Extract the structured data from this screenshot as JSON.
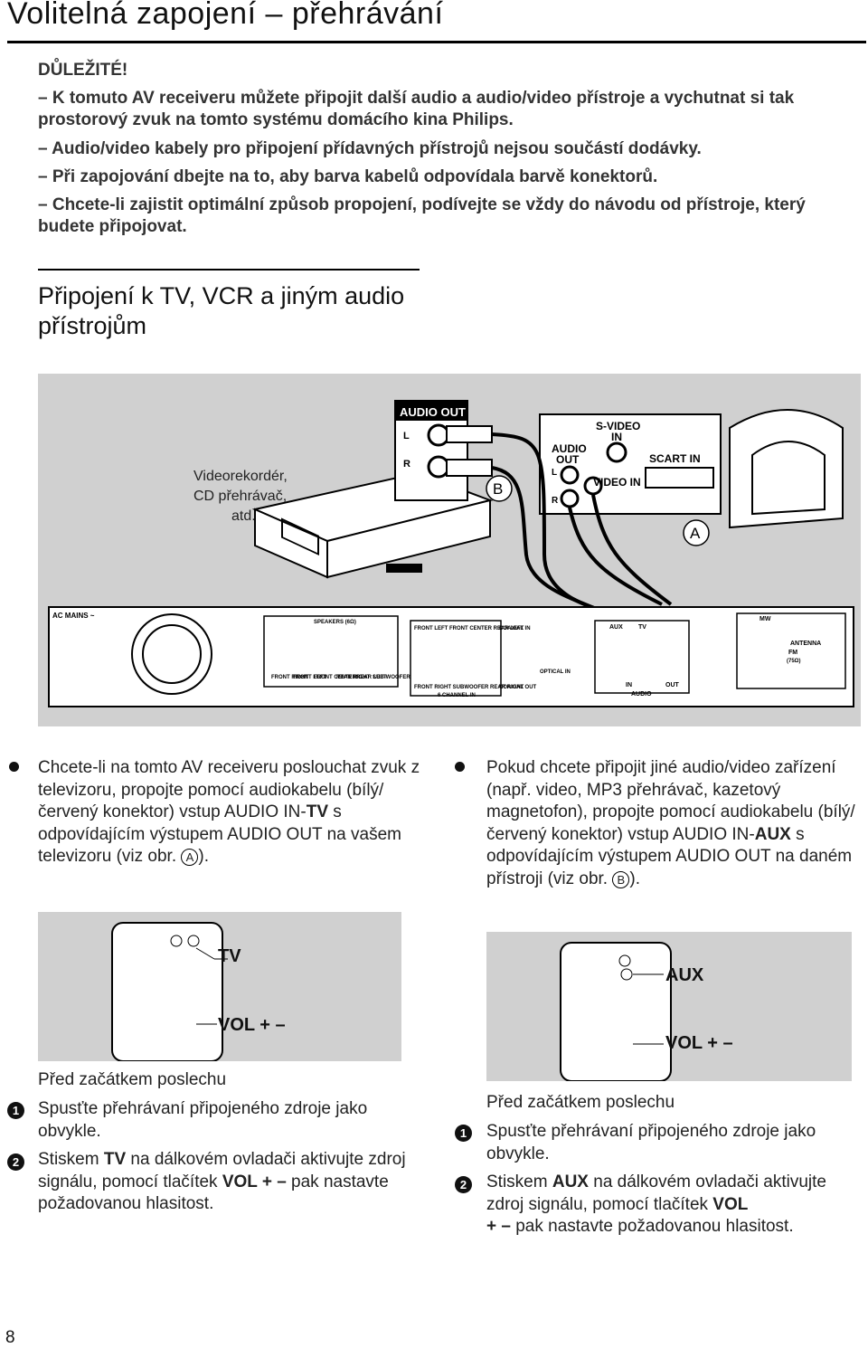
{
  "title": "Volitelná zapojení – přehrávání",
  "important": {
    "label": "DŮLEŽITÉ!",
    "items": [
      "– K tomuto AV receiveru můžete připojit další audio a audio/video přístroje a vychutnat si tak prostorový zvuk na tomto systému domácího kina Philips.",
      "– Audio/video kabely pro připojení přídavných přístrojů nejsou součástí dodávky.",
      "– Při zapojování dbejte na to, aby barva kabelů odpovídala barvě konektorů.",
      "– Chcete-li zajistit optimální způsob propojení, podívejte se vždy do návodu od přístroje, který budete připojovat."
    ]
  },
  "section_title": "Připojení k TV, VCR a jiným audio přístrojům",
  "diagram": {
    "device_label_1": "Videorekordér,",
    "device_label_2": "CD přehrávač,",
    "device_label_3": "atd.",
    "audio_out": "AUDIO OUT",
    "l": "L",
    "r": "R",
    "tv_audio_out_1": "AUDIO",
    "tv_audio_out_2": "OUT",
    "svideo_1": "S-VIDEO",
    "svideo_2": "IN",
    "scart_in": "SCART IN",
    "video_in": "VIDEO IN",
    "callout_a": "A",
    "callout_b": "B",
    "ac_mains": "AC MAINS ~",
    "speakers": "SPEAKERS (6Ω)",
    "spk_labels": [
      "FRONT RIGHT",
      "FRONT LEFT",
      "FRONT CENTER",
      "REAR RIGHT",
      "REAR LEFT",
      "SUB-WOOFER"
    ],
    "top_row_labels": "FRONT LEFT  FRONT CENTER  REAR LEFT",
    "coaxial_in": "COAXIAL IN",
    "bottom_row_labels": "FRONT RIGHT  SUBWOOFER  REAR RIGHT",
    "six_channel_in": "6 CHANNEL IN",
    "coaxial_out": "COAXIAL OUT",
    "optical_in": "OPTICAL IN",
    "aux": "AUX",
    "tv": "TV",
    "in": "IN",
    "audio": "AUDIO",
    "out": "OUT",
    "mw": "MW",
    "antenna": "ANTENNA",
    "fm": "FM",
    "fm_ohm": "(75Ω)"
  },
  "left_col": {
    "para_pre": "Chcete-li na tomto AV receiveru poslouchat zvuk z televizoru, propojte pomocí audiokabelu (bílý/červený konektor) vstup AUDIO IN-",
    "para_bold": "TV",
    "para_post": " s odpovídajícím výstupem AUDIO OUT na vašem televizoru (viz obr.",
    "para_ref": "A",
    "para_end": ").",
    "remote_label": "TV",
    "vol_label": "VOL + –",
    "before": "Před začátkem poslechu",
    "step1": "Spusťte přehrávaní připojeného zdroje jako obvykle.",
    "step2_pre": "Stiskem ",
    "step2_b1": "TV",
    "step2_mid": " na dálkovém ovladači aktivujte zdroj signálu, pomocí tlačítek ",
    "step2_b2": "VOL + –",
    "step2_post": " pak nastavte požadovanou hlasitost."
  },
  "right_col": {
    "para_pre": "Pokud chcete připojit jiné audio/video zařízení (např. video, MP3 přehrávač, kazetový magnetofon), propojte pomocí audiokabelu (bílý/červený konektor) vstup AUDIO IN-",
    "para_bold": "AUX",
    "para_post": " s odpovídajícím výstupem AUDIO OUT na daném přístroji (viz obr.",
    "para_ref": "B",
    "para_end": ").",
    "remote_label": "AUX",
    "vol_label": "VOL + –",
    "before": "Před začátkem poslechu",
    "step1": "Spusťte přehrávaní připojeného zdroje jako obvykle.",
    "step2_pre": "Stiskem ",
    "step2_b1": "AUX",
    "step2_mid": " na dálkovém ovladači aktivujte zdroj signálu, pomocí tlačítek ",
    "step2_b2": "VOL",
    "step2_b3": "+ –",
    "step2_post": " pak nastavte požadovanou hlasitost."
  },
  "step_numbers": [
    "1",
    "2"
  ],
  "page_number": "8"
}
